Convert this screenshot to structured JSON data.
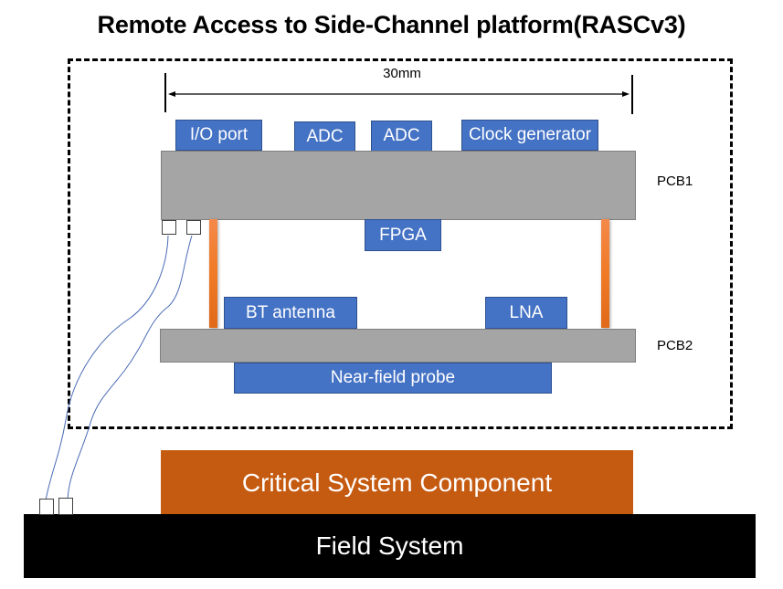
{
  "title": "Remote Access to Side-Channel platform(RASCv3)",
  "dimension": {
    "label": "30mm"
  },
  "pcb1": {
    "label": "PCB1",
    "top_components": [
      "I/O port",
      "ADC",
      "ADC",
      "Clock generator"
    ],
    "bottom_components": [
      "FPGA"
    ]
  },
  "pcb2": {
    "label": "PCB2",
    "top_components": [
      "BT antenna",
      "LNA"
    ],
    "bottom_components": [
      "Near-field probe"
    ]
  },
  "critical_component": "Critical System Component",
  "field_system": "Field System",
  "colors": {
    "component_blue": "#4472c4",
    "pcb_gray": "#a5a5a5",
    "standoff_orange": "#f07a26",
    "critical_orange": "#c55a11",
    "field_black": "#000000",
    "wire_blue": "#4a6bb5"
  }
}
